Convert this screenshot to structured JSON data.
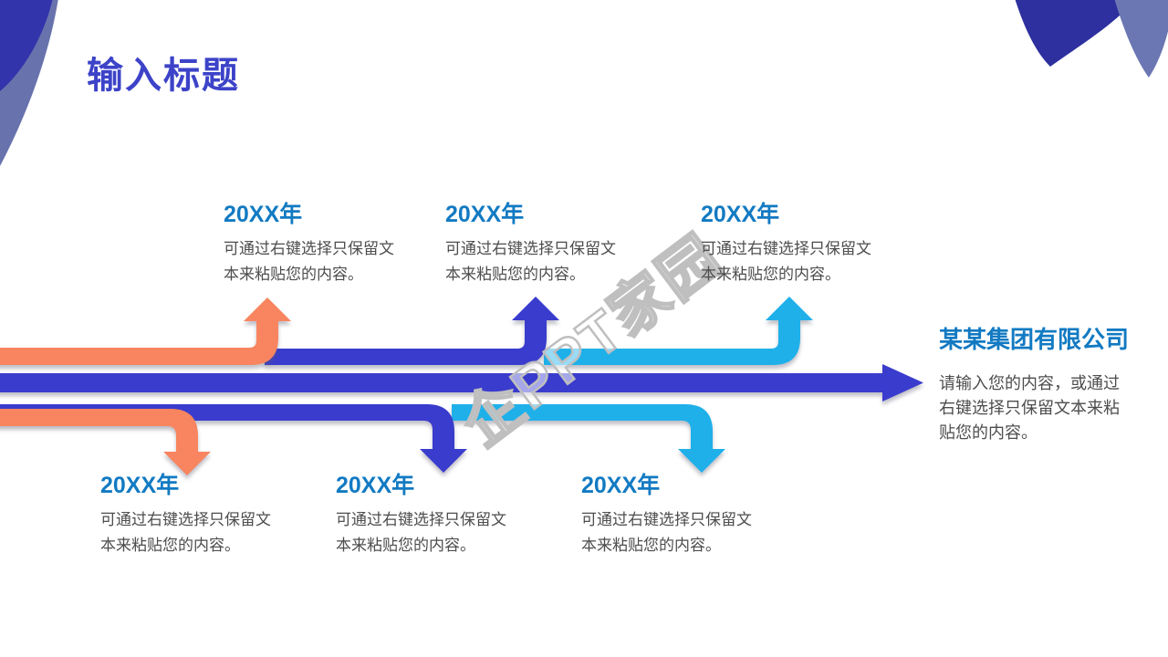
{
  "title": "输入标题",
  "watermark": "企PPT家园",
  "colors": {
    "indigo": "#3a3ccd",
    "orange": "#f8855f",
    "cyan": "#1fb0ea",
    "heading_blue": "#127ac2",
    "body_gray": "#4d4d4d",
    "title_indigo": "#3c43c8",
    "corner_dark": "#3134ab",
    "corner_light": "#6873ad",
    "petal_dark": "#2d309e",
    "petal_light": "#6b77b2"
  },
  "timeline": {
    "top": [
      {
        "year": "20XX年",
        "lines": [
          "可通过右键选择只保留文",
          "本来粘贴您的内容。"
        ]
      },
      {
        "year": "20XX年",
        "lines": [
          "可通过右键选择只保留文",
          "本来粘贴您的内容。"
        ]
      },
      {
        "year": "20XX年",
        "lines": [
          "可通过右键选择只保留文",
          "本来粘贴您的内容。"
        ]
      }
    ],
    "bottom": [
      {
        "year": "20XX年",
        "lines": [
          "可通过右键选择只保留文",
          "本来粘贴您的内容。"
        ]
      },
      {
        "year": "20XX年",
        "lines": [
          "可通过右键选择只保留文",
          "本来粘贴您的内容。"
        ]
      },
      {
        "year": "20XX年",
        "lines": [
          "可通过右键选择只保留文",
          "本来粘贴您的内容。"
        ]
      }
    ]
  },
  "summary": {
    "title": "某某集团有限公司",
    "lines": [
      "请输入您的内容，或通过",
      "右键选择只保留文本来粘",
      "贴您的内容。"
    ]
  }
}
